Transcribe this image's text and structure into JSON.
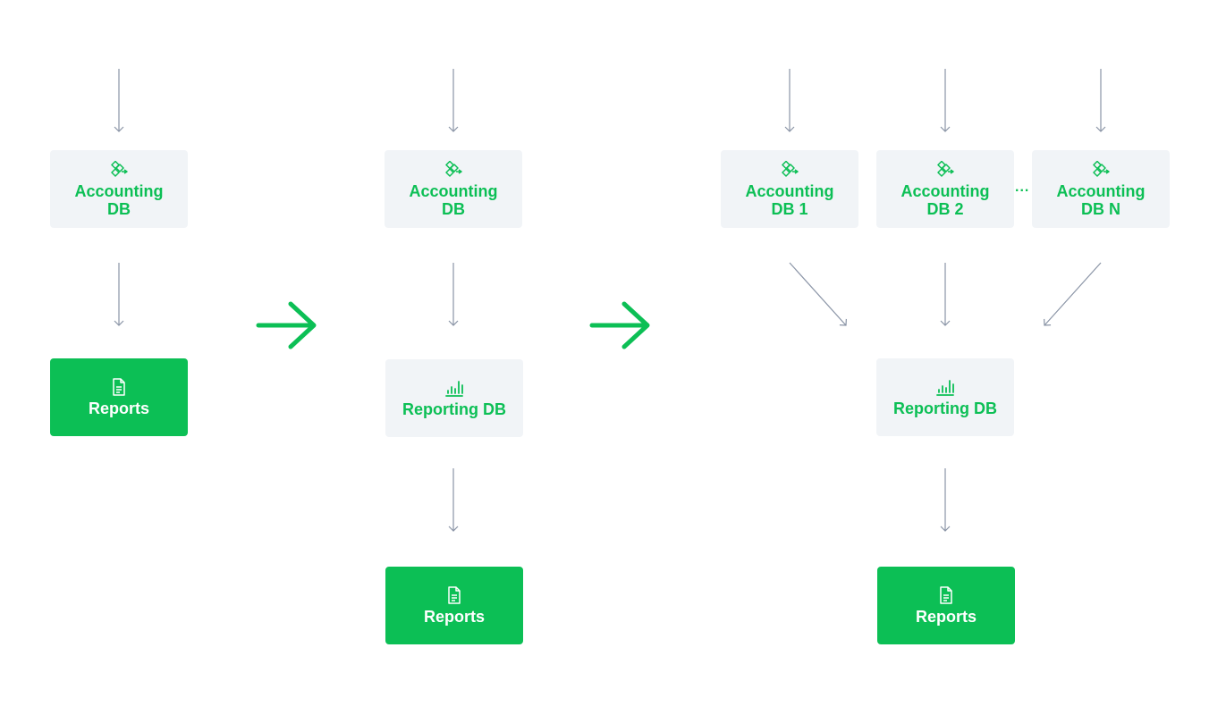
{
  "colors": {
    "accent": "#0cbf55",
    "db_box": "#f1f4f7",
    "connector": "#8a94a6"
  },
  "stage1": {
    "accounting_db": {
      "label": "Accounting\nDB",
      "icon": "flow-diagram-icon"
    },
    "reports": {
      "label": "Reports",
      "icon": "document-icon"
    }
  },
  "stage2": {
    "accounting_db": {
      "label": "Accounting\nDB",
      "icon": "flow-diagram-icon"
    },
    "reporting_db": {
      "label": "Reporting DB",
      "icon": "bar-chart-icon"
    },
    "reports": {
      "label": "Reports",
      "icon": "document-icon"
    }
  },
  "stage3": {
    "accounting_db_1": {
      "label": "Accounting\nDB 1",
      "icon": "flow-diagram-icon"
    },
    "accounting_db_2": {
      "label": "Accounting\nDB 2",
      "icon": "flow-diagram-icon"
    },
    "accounting_db_n": {
      "label": "Accounting\nDB N",
      "icon": "flow-diagram-icon"
    },
    "ellipsis": "...",
    "reporting_db": {
      "label": "Reporting DB",
      "icon": "bar-chart-icon"
    },
    "reports": {
      "label": "Reports",
      "icon": "document-icon"
    }
  },
  "transitions": [
    "arrow-right-icon",
    "arrow-right-icon"
  ]
}
